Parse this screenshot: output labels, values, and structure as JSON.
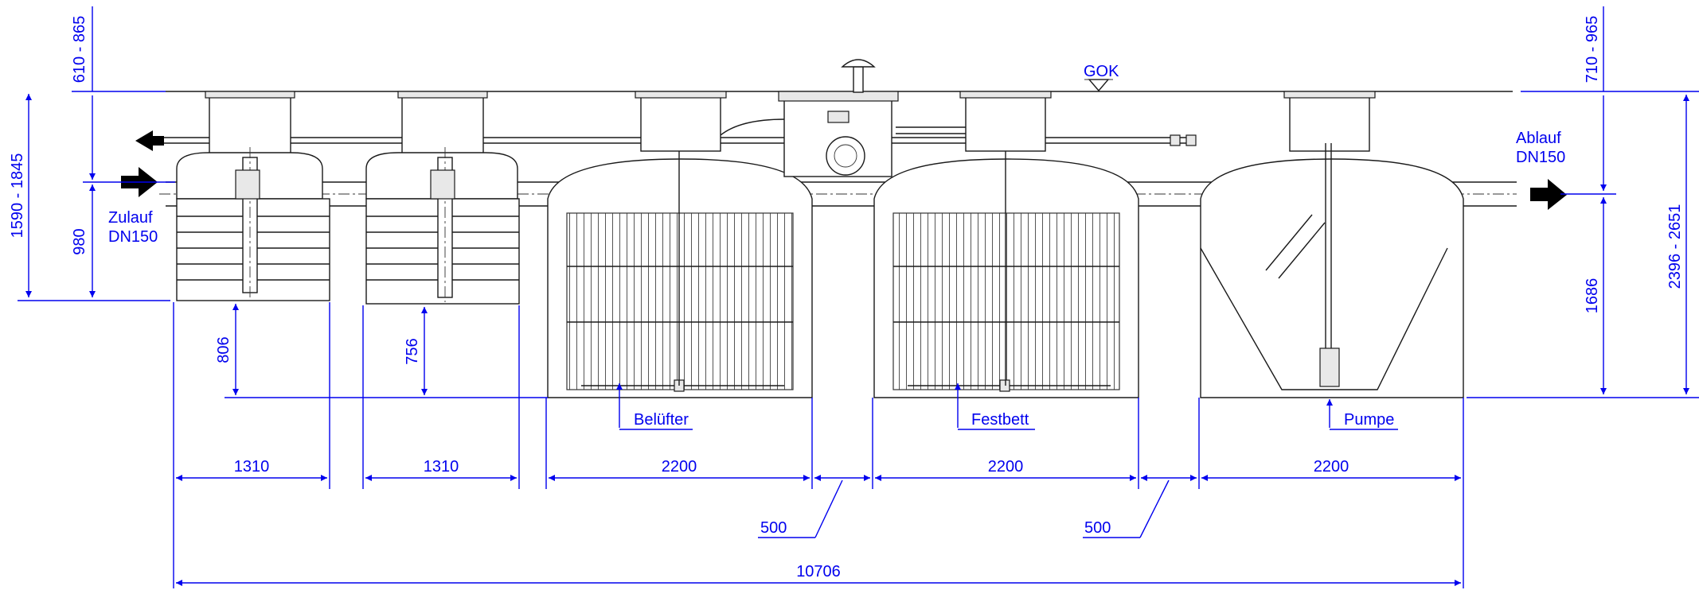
{
  "labels": {
    "gok": "GOK",
    "zulauf_line1": "Zulauf",
    "zulauf_line2": "DN150",
    "ablauf_line1": "Ablauf",
    "ablauf_line2": "DN150",
    "beluefter": "Belüfter",
    "festbett": "Festbett",
    "pumpe": "Pumpe"
  },
  "dimensions": {
    "left_top": "610 - 865",
    "left_outer": "1590 - 1845",
    "left_inner": "980",
    "depth_tank1": "806",
    "depth_tank2": "756",
    "right_top": "710 - 965",
    "right_inner": "1686",
    "right_outer": "2396 - 2651",
    "width_tank1": "1310",
    "width_tank2": "1310",
    "width_tank3": "2200",
    "width_tank4": "2200",
    "width_tank5": "2200",
    "gap_1": "500",
    "gap_2": "500",
    "total_length": "10706"
  },
  "colors": {
    "dimension": "#0000ee",
    "linework": "#1a1a1a",
    "flow_arrow": "#000000"
  }
}
